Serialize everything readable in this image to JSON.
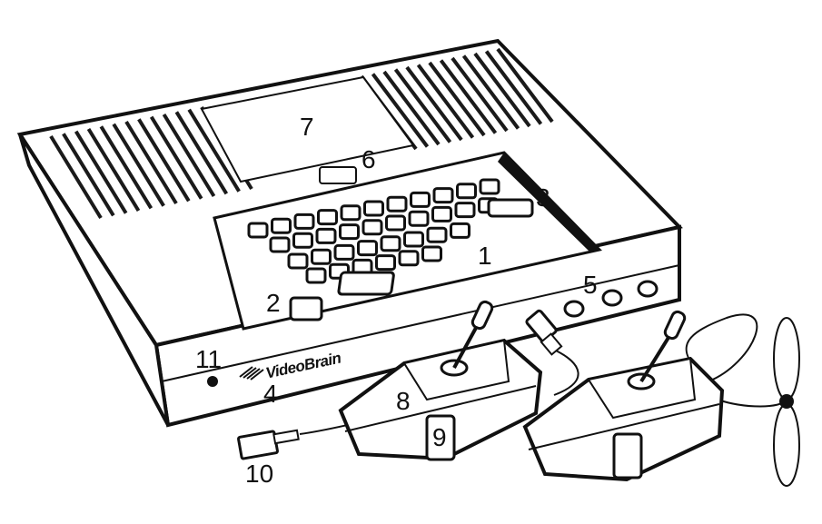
{
  "callouts": {
    "c1": "1",
    "c2": "2",
    "c3": "3",
    "c4": "4",
    "c5": "5",
    "c6": "6",
    "c7": "7",
    "c8": "8",
    "c9": "9",
    "c10": "10",
    "c11": "11"
  },
  "brand": {
    "logo": "VideoBrain"
  },
  "colors": {
    "ink": "#111111",
    "paper": "#ffffff",
    "grille": "#1a1a1a"
  }
}
